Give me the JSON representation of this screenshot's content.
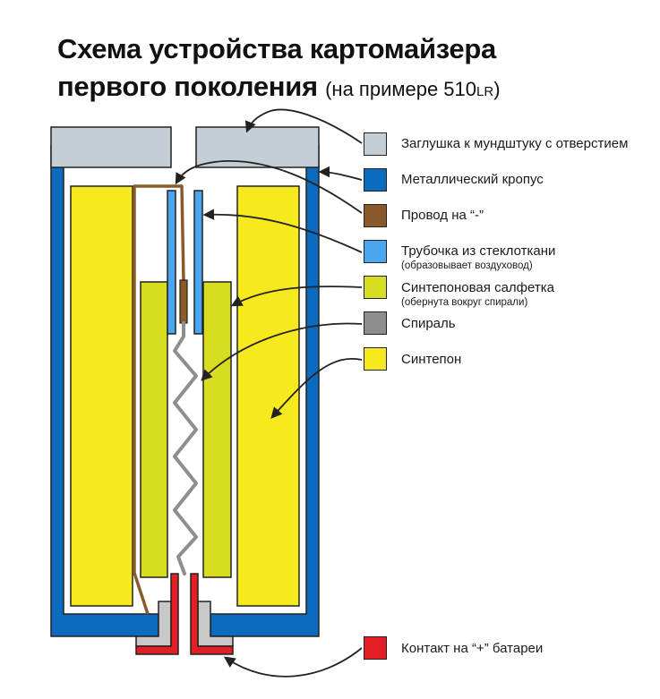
{
  "title": {
    "line1": "Схема устройства картомайзера",
    "line2": "первого поколения",
    "example_prefix": "(на примере 510",
    "example_suffix": "LR",
    "example_close": ")"
  },
  "legend": [
    {
      "id": "cap",
      "label": "Заглушка к мундштуку с отверстием",
      "note": "",
      "color": "#c4ced6"
    },
    {
      "id": "body",
      "label": "Металлический кропус",
      "note": "",
      "color": "#0a6bbf"
    },
    {
      "id": "wire",
      "label": "Провод на “-”",
      "note": "",
      "color": "#8b5a2b"
    },
    {
      "id": "tube",
      "label": "Трубочка из стеклоткани",
      "note": "(образовывает воздуховод)",
      "color": "#4aa6ee"
    },
    {
      "id": "wick",
      "label": "Синтепоновая салфетка",
      "note": "(обернута вокруг спирали)",
      "color": "#d8de1f"
    },
    {
      "id": "coil",
      "label": "Спираль",
      "note": "",
      "color": "#8e8e8e"
    },
    {
      "id": "filler",
      "label": "Синтепон",
      "note": "",
      "color": "#f6ea1e"
    },
    {
      "id": "contact",
      "label": "Контакт на “+” батареи",
      "note": "",
      "color": "#e31e24"
    }
  ]
}
